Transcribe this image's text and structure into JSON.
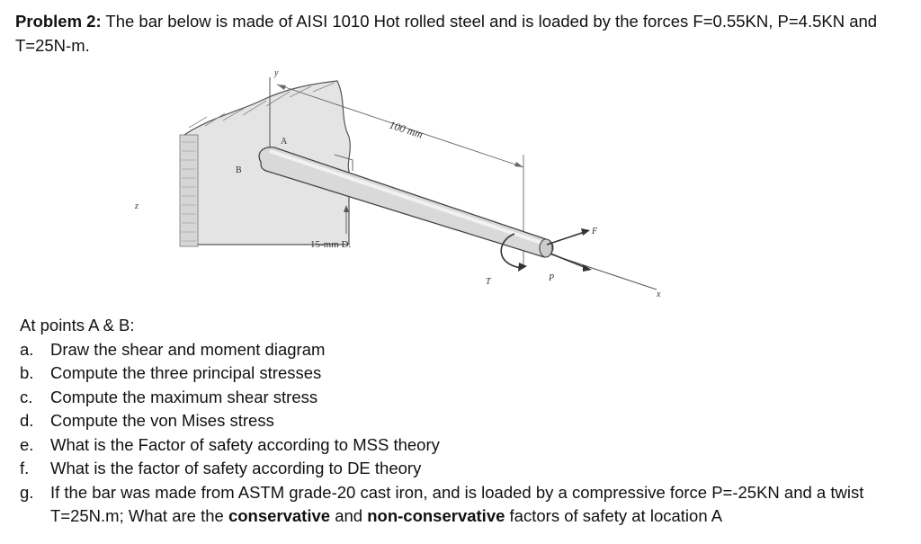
{
  "problem": {
    "label": "Problem 2:",
    "statement": " The bar below is made of AISI 1010 Hot rolled steel and is loaded by the forces F=0.55KN, P=4.5KN and T=25N-m."
  },
  "figure": {
    "labels": {
      "y": "y",
      "z": "z",
      "x": "x",
      "A": "A",
      "B": "B",
      "F": "F",
      "P": "P",
      "T": "T",
      "length": "100 mm",
      "diameter": "15-mm D."
    }
  },
  "questions": {
    "intro": "At points A & B:",
    "items": [
      {
        "letter": "a.",
        "text": "Draw the shear and moment diagram"
      },
      {
        "letter": "b.",
        "text": "Compute the three principal stresses"
      },
      {
        "letter": "c.",
        "text": "Compute the maximum shear stress"
      },
      {
        "letter": "d.",
        "text": "Compute the von Mises stress"
      },
      {
        "letter": "e.",
        "text": "What is the Factor of safety according to MSS theory"
      },
      {
        "letter": "f.",
        "text": "What is the factor of safety according to DE theory"
      }
    ],
    "item_g": {
      "letter": "g.",
      "part1": "If the bar was made from ASTM grade-20 cast iron, and is loaded by a compressive force P=-25KN and a twist T=25N.m; What are the ",
      "bold1": "conservative",
      "part2": " and ",
      "bold2": "non-conservative",
      "part3": " factors of safety at location A"
    }
  }
}
